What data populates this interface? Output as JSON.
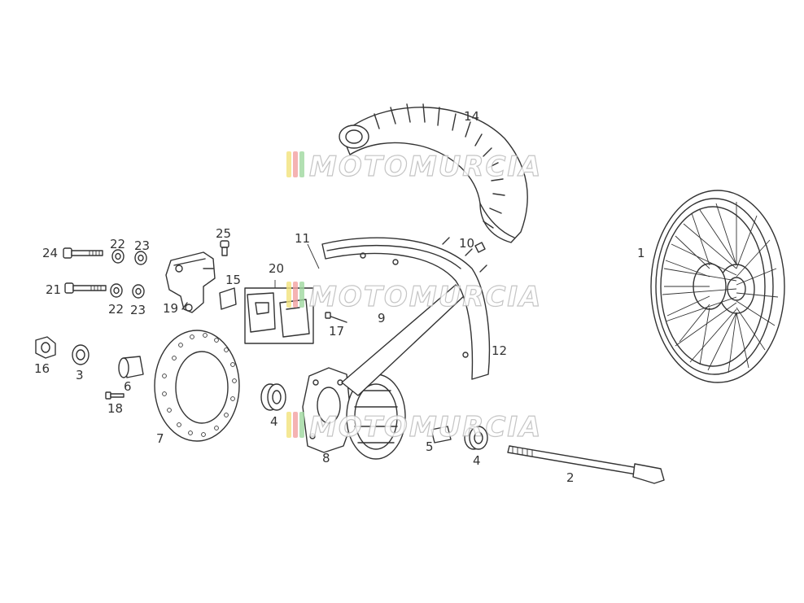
{
  "labels": {
    "p1": "1",
    "p2": "2",
    "p3": "3",
    "p4a": "4",
    "p4b": "4",
    "p5": "5",
    "p6": "6",
    "p7": "7",
    "p8": "8",
    "p9": "9",
    "p10": "10",
    "p11": "11",
    "p12": "12",
    "p14": "14",
    "p15": "15",
    "p16": "16",
    "p17": "17",
    "p18": "18",
    "p19": "19",
    "p20": "20",
    "p21": "21",
    "p22a": "22",
    "p22b": "22",
    "p23a": "23",
    "p23b": "23",
    "p24": "24",
    "p25": "25"
  },
  "watermark": {
    "text": "MOTOMURCIA",
    "stripe_colors": [
      "#f3e27a",
      "#f2a0a0",
      "#9fd89f"
    ]
  },
  "colors": {
    "line": "#333333",
    "background": "#ffffff"
  }
}
